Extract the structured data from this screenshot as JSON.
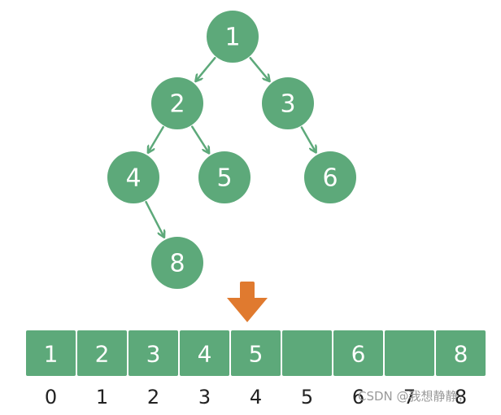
{
  "colors": {
    "node_fill": "#5DA97A",
    "edge": "#5DA97A",
    "down_arrow": "#E07A2F",
    "cell_fill": "#5DA97A",
    "cell_border": "#ffffff",
    "index_text": "#222222"
  },
  "tree": {
    "nodes": [
      {
        "id": "n1",
        "label": "1"
      },
      {
        "id": "n2",
        "label": "2"
      },
      {
        "id": "n3",
        "label": "3"
      },
      {
        "id": "n4",
        "label": "4"
      },
      {
        "id": "n5",
        "label": "5"
      },
      {
        "id": "n6",
        "label": "6"
      },
      {
        "id": "n8",
        "label": "8"
      }
    ],
    "edges": [
      {
        "from": "n1",
        "to": "n2"
      },
      {
        "from": "n1",
        "to": "n3"
      },
      {
        "from": "n2",
        "to": "n4"
      },
      {
        "from": "n2",
        "to": "n5"
      },
      {
        "from": "n3",
        "to": "n6"
      },
      {
        "from": "n4",
        "to": "n8"
      }
    ]
  },
  "array": {
    "cells": [
      "1",
      "2",
      "3",
      "4",
      "5",
      "",
      "6",
      "",
      "8"
    ],
    "indices": [
      "0",
      "1",
      "2",
      "3",
      "4",
      "5",
      "6",
      "7",
      "8"
    ]
  },
  "watermark": "CSDN @我想静静，"
}
